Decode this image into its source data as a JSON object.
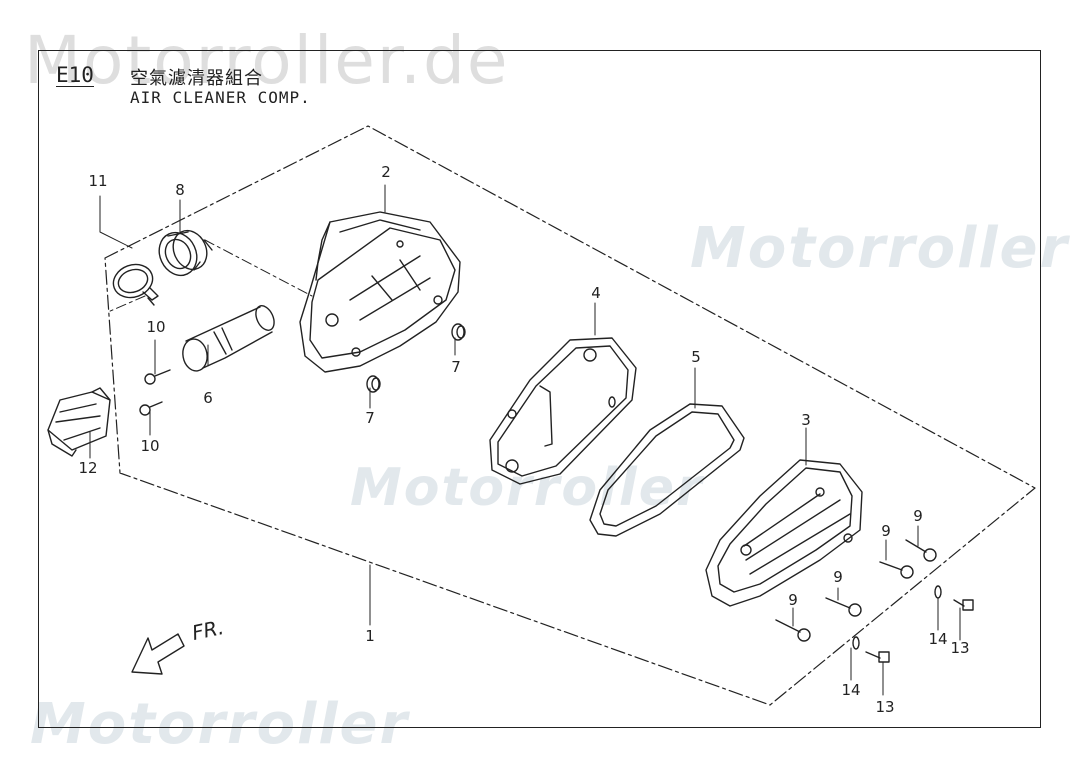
{
  "watermark": {
    "text": "Motorroller.de",
    "text_short": "Motorroller",
    "suffix": ".de"
  },
  "header": {
    "code": "E10",
    "title_cn": "空氣濾清器組合",
    "title_en": "AIR CLEANER COMP."
  },
  "direction_label": "FR.",
  "callouts": {
    "c1": "1",
    "c2": "2",
    "c3": "3",
    "c4": "4",
    "c5": "5",
    "c6": "6",
    "c7a": "7",
    "c7b": "7",
    "c8": "8",
    "c9a": "9",
    "c9b": "9",
    "c9c": "9",
    "c9d": "9",
    "c10a": "10",
    "c10b": "10",
    "c11": "11",
    "c12": "12",
    "c13a": "13",
    "c13b": "13",
    "c14a": "14",
    "c14b": "14"
  },
  "colors": {
    "line": "#222222",
    "watermark_gray": "#dedede",
    "watermark_blue": "#e2e8ec"
  }
}
